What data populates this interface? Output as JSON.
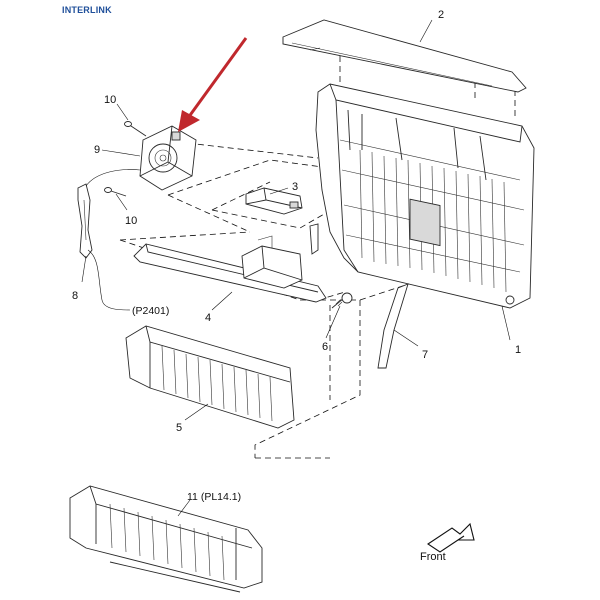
{
  "header": {
    "brand": "INTERLINK"
  },
  "callouts": {
    "c1": "1",
    "c2": "2",
    "c3": "3",
    "c4": "4",
    "c5": "5",
    "c6": "6",
    "c7": "7",
    "c8": "8",
    "c9": "9",
    "c10a": "10",
    "c10b": "10",
    "c11": "11 (PL14.1)",
    "connector": "(P2401)"
  },
  "orientation": {
    "label": "Front"
  },
  "colors": {
    "arrow": "#c0282d",
    "brand": "#1f4f9a",
    "line": "#2a2a2a"
  }
}
